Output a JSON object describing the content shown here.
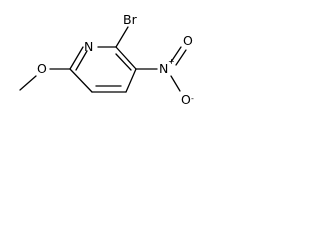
{
  "molecule": {
    "atoms": {
      "bromine": "Br",
      "ring_nitrogen": "N",
      "nitro_nitrogen": "N",
      "nitro_plus": "+",
      "nitro_oxygen_top": "O",
      "nitro_oxygen_bottom": "O",
      "nitro_minus": "-",
      "methoxy_oxygen": "O"
    },
    "colors": {
      "bond": "#000000",
      "text": "#000000",
      "background": "#ffffff"
    }
  }
}
